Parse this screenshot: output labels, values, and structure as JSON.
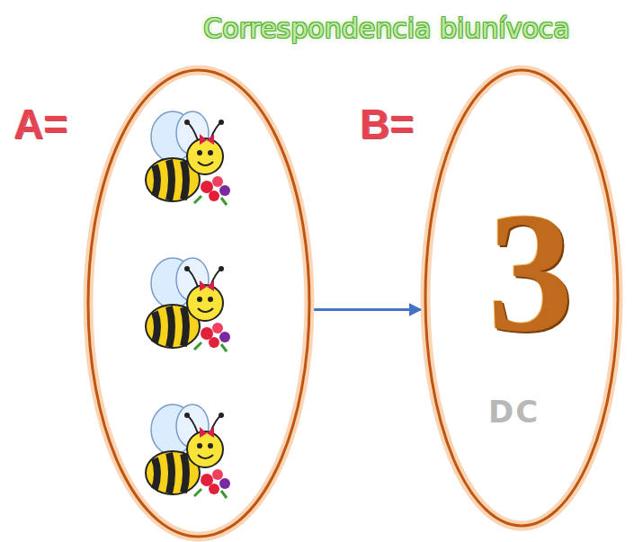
{
  "diagram": {
    "title": "Correspondencia biunívoca",
    "nodes": [
      {
        "text": [
          "A="
        ]
      },
      {
        "text": [
          "B=",
          "3"
        ]
      }
    ],
    "edges": [
      {
        "from": 0,
        "to": 1,
        "arrow": "to"
      }
    ],
    "labels": [
      "DC"
    ]
  }
}
